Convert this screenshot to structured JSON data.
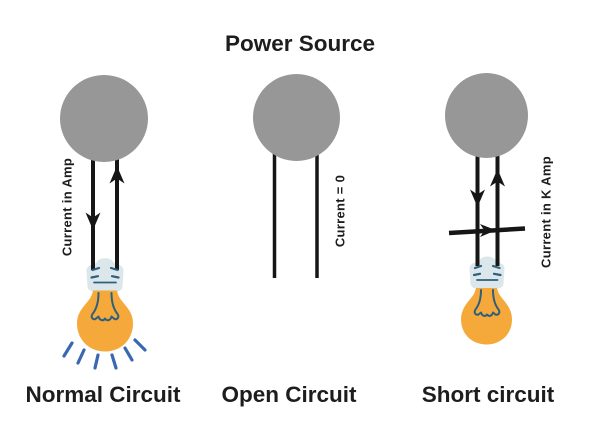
{
  "title": "Power Source",
  "colors": {
    "background": "#ffffff",
    "power_source_gray": "#979797",
    "wire_black": "#161616",
    "text_black": "#1d1d1d",
    "bulb_orange": "#f6a93b",
    "bulb_cap_blue": "#dbe7ea",
    "bulb_detail_navy": "#2e5f7d",
    "light_ray_blue": "#3968b1"
  },
  "circuits": [
    {
      "name": "normal",
      "label": "Normal Circuit",
      "current_label": "Current in Amp",
      "bulb_state": "lit",
      "arrows": "down on left wire, up on right wire"
    },
    {
      "name": "open",
      "label": "Open Circuit",
      "current_label": "Current = 0",
      "bulb_state": "none",
      "arrows": "none"
    },
    {
      "name": "short",
      "label": "Short circuit",
      "current_label": "Current in K Amp",
      "bulb_state": "unlit",
      "arrows": "down on left wire, up on right wire, right along short bar"
    }
  ]
}
